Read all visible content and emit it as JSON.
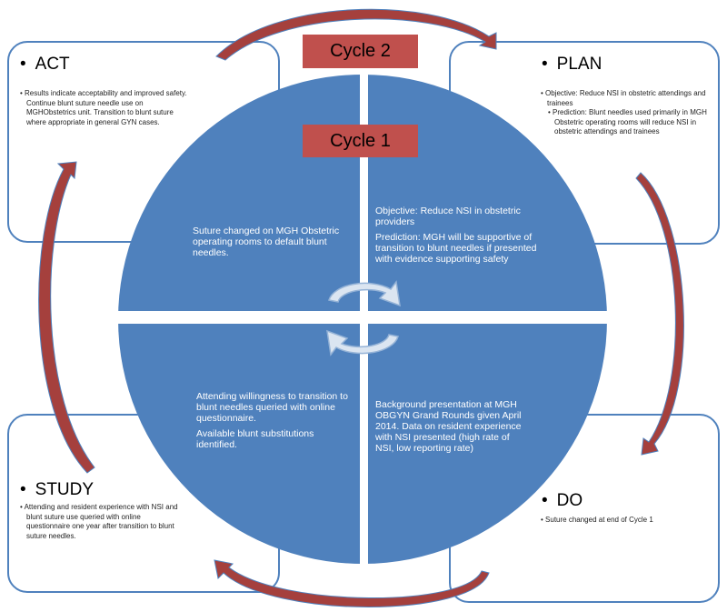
{
  "cycles": {
    "outer": "Cycle 2",
    "inner": "Cycle 1"
  },
  "act": {
    "title": "ACT",
    "bullets": [
      "Results indicate acceptability and improved safety. Continue blunt suture needle use on MGHObstetrics unit. Transition to blunt suture where appropriate in general GYN cases."
    ]
  },
  "plan": {
    "title": "PLAN",
    "bullets": [
      "Objective: Reduce NSI in obstetric attendings and trainees",
      "Prediction: Blunt needles used primarily in MGH Obstetric operating rooms will reduce NSI in obstetric attendings and trainees"
    ]
  },
  "study": {
    "title": "STUDY",
    "bullets": [
      "Attending and resident experience with NSI and blunt suture use queried with online questionnaire one year after transition to blunt suture needles."
    ]
  },
  "do": {
    "title": "DO",
    "bullets": [
      "Suture changed at end of Cycle 1"
    ]
  },
  "quadrants": {
    "act": [
      "Suture changed on MGH Obstetric operating rooms to default blunt needles."
    ],
    "plan": [
      "Objective: Reduce NSI in obstetric providers",
      "Prediction: MGH will be supportive of transition to blunt needles if presented with evidence supporting safety"
    ],
    "study": [
      "Attending willingness to transition to blunt needles queried with online questionnaire.",
      "Available blunt substitutions identified."
    ],
    "do": [
      "Background presentation at MGH OBGYN Grand Rounds given April 2014. Data on resident experience with NSI presented (high rate of NSI, low reporting rate)"
    ]
  },
  "colors": {
    "circle": "#4f81bd",
    "arrow": "#a5403d",
    "cycle": "#c0504d"
  }
}
